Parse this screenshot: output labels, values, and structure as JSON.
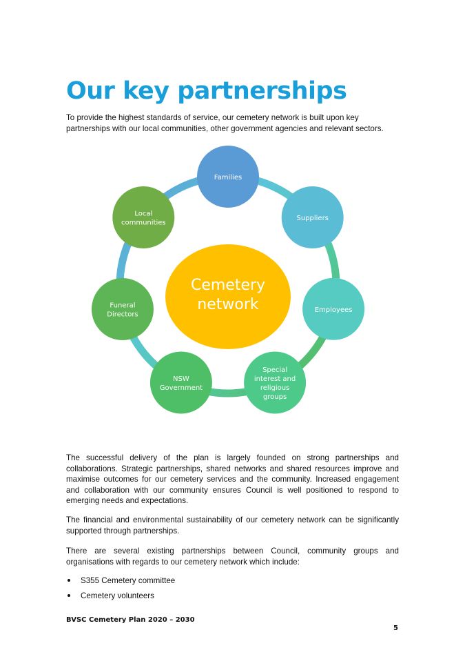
{
  "page": {
    "title": "Our key partnerships",
    "intro": "To provide the highest standards of service, our cemetery network is built upon key partnerships with our local communities, other government agencies and relevant sectors."
  },
  "diagram": {
    "center": {
      "line1": "Cemetery",
      "line2": "network",
      "color": "#ffc000"
    },
    "nodes": [
      {
        "lines": [
          "Families"
        ],
        "color": "#5b9bd5"
      },
      {
        "lines": [
          "Suppliers"
        ],
        "color": "#5bbcd6"
      },
      {
        "lines": [
          "Employees"
        ],
        "color": "#56cbc1"
      },
      {
        "lines": [
          "Special",
          "interest and",
          "religious",
          "groups"
        ],
        "color": "#4dc98a"
      },
      {
        "lines": [
          "NSW",
          "Government"
        ],
        "color": "#4fbf67"
      },
      {
        "lines": [
          "Funeral",
          "Directors"
        ],
        "color": "#5db555"
      },
      {
        "lines": [
          "Local",
          "communities"
        ],
        "color": "#70ad47"
      }
    ]
  },
  "body": {
    "p1": "The successful delivery of the plan is largely founded on strong partnerships and collaborations. Strategic partnerships, shared networks and shared resources improve and maximise outcomes for our cemetery services and the community.  Increased engagement and collaboration with our community ensures Council is well positioned to respond to emerging needs and expectations.",
    "p2": "The financial and environmental sustainability of our cemetery network can be significantly supported through partnerships.",
    "p3": "There are several existing partnerships between Council, community groups and organisations with regards to our cemetery network which include:",
    "bullets": [
      "S355 Cemetery committee",
      "Cemetery volunteers"
    ]
  },
  "footer": {
    "text": "BVSC Cemetery Plan 2020 – 2030",
    "page_number": "5"
  }
}
